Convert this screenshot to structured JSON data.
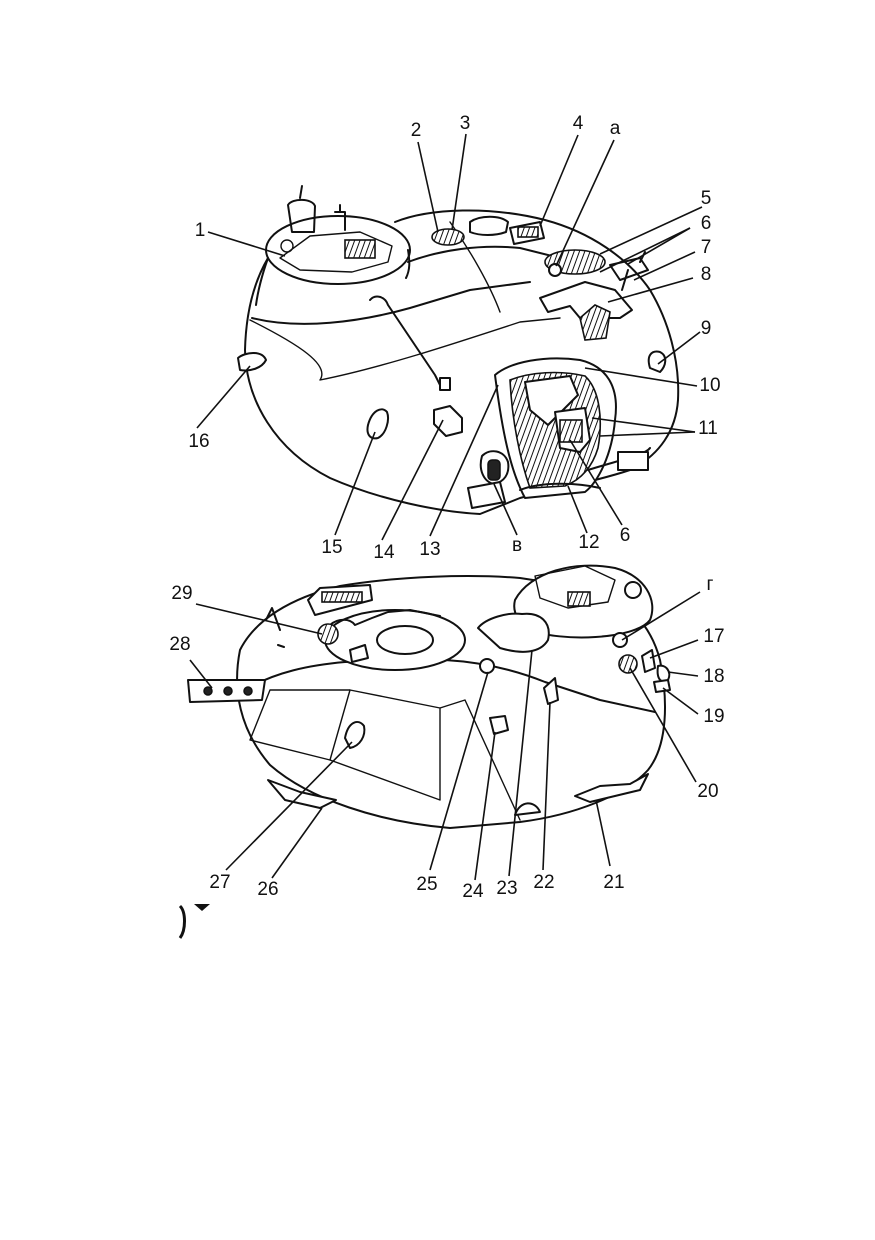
{
  "figure": {
    "top_view_labels": [
      {
        "id": "1",
        "text": "1"
      },
      {
        "id": "2",
        "text": "2"
      },
      {
        "id": "3",
        "text": "3"
      },
      {
        "id": "4",
        "text": "4"
      },
      {
        "id": "a",
        "text": "а"
      },
      {
        "id": "5",
        "text": "5"
      },
      {
        "id": "6a",
        "text": "6"
      },
      {
        "id": "7",
        "text": "7"
      },
      {
        "id": "8",
        "text": "8"
      },
      {
        "id": "9",
        "text": "9"
      },
      {
        "id": "10",
        "text": "10"
      },
      {
        "id": "11",
        "text": "11"
      },
      {
        "id": "16",
        "text": "16"
      },
      {
        "id": "15",
        "text": "15"
      },
      {
        "id": "14",
        "text": "14"
      },
      {
        "id": "13",
        "text": "13"
      },
      {
        "id": "v",
        "text": "в"
      },
      {
        "id": "12",
        "text": "12"
      },
      {
        "id": "6b",
        "text": "6"
      }
    ],
    "bottom_view_labels": [
      {
        "id": "29",
        "text": "29"
      },
      {
        "id": "28",
        "text": "28"
      },
      {
        "id": "g",
        "text": "г"
      },
      {
        "id": "17",
        "text": "17"
      },
      {
        "id": "18",
        "text": "18"
      },
      {
        "id": "19",
        "text": "19"
      },
      {
        "id": "20",
        "text": "20"
      },
      {
        "id": "27",
        "text": "27"
      },
      {
        "id": "26",
        "text": "26"
      },
      {
        "id": "25",
        "text": "25"
      },
      {
        "id": "24",
        "text": "24"
      },
      {
        "id": "23",
        "text": "23"
      },
      {
        "id": "22",
        "text": "22"
      },
      {
        "id": "21",
        "text": "21"
      }
    ]
  }
}
